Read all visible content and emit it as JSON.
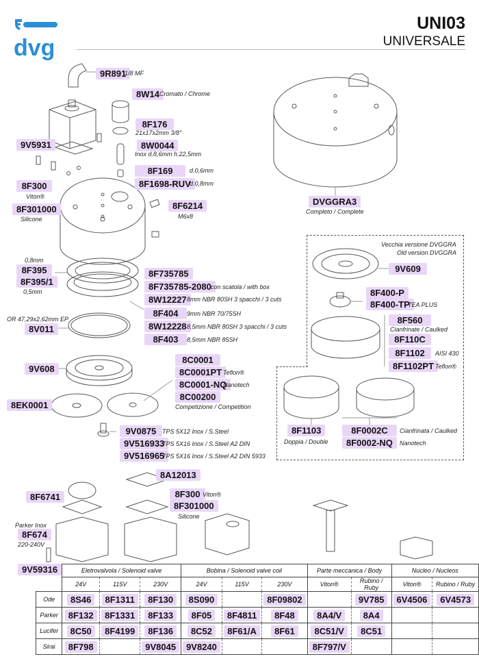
{
  "header": {
    "brand": "dvg",
    "model": "UNI03",
    "subtitle": "UNIVERSALE",
    "brand_color": "#2a8fd6"
  },
  "label_color": "#e8d6f7",
  "parts": {
    "p9R891": {
      "code": "9R891",
      "note": "1/8 MF"
    },
    "p8W14": {
      "code": "8W14",
      "note": "Cromato / Chrome"
    },
    "p8F176": {
      "code": "8F176",
      "note": "21x17x2mm 3/8\""
    },
    "p9V5931": {
      "code": "9V5931"
    },
    "p8W0044": {
      "code": "8W0044",
      "note": "Inox d.8,6mm h.22,5mm"
    },
    "p8F169": {
      "code": "8F169",
      "note": "d.0,6mm"
    },
    "p8F1698": {
      "code": "8F1698-RUV",
      "note": "d.0,8mm"
    },
    "p8F300": {
      "code": "8F300",
      "note": "Viton®"
    },
    "p8F301000": {
      "code": "8F301000",
      "note": "Silicone"
    },
    "p8F6214": {
      "code": "8F6214",
      "note": "M6x8"
    },
    "pDVGGRA3": {
      "code": "DVGGRA3",
      "note": "Completo / Complete"
    },
    "p8F395": {
      "code": "8F395",
      "note": "0,8mm"
    },
    "p8F395_1": {
      "code": "8F395/1",
      "note": "0,5mm"
    },
    "p8V011": {
      "code": "8V011",
      "note": "OR 47,29x2,62mm EP"
    },
    "p8F735785": {
      "code": "8F735785"
    },
    "p8F735785_2080": {
      "code": "8F735785-2080",
      "note": "con scatola / with box"
    },
    "p8W12227": {
      "code": "8W12227",
      "note": "8mm NBR 80SH 3 spacchi / 3 cuts"
    },
    "p8F404": {
      "code": "8F404",
      "note": "9mm NBR 70/75SH"
    },
    "p8W12228": {
      "code": "8W12228",
      "note": "8,5mm NBR 80SH 3 spacchi / 3 cuts"
    },
    "p8F403": {
      "code": "8F403",
      "note": "8,5mm NBR 85SH"
    },
    "old_version": {
      "line1": "Vecchia versione DVGGRA",
      "line2": "Old version DVGGRA"
    },
    "p9V609": {
      "code": "9V609"
    },
    "p8F400P": {
      "code": "8F400-P"
    },
    "p8F400TP": {
      "code": "8F400-TP",
      "note": "TEA PLUS"
    },
    "p8F560": {
      "code": "8F560",
      "note": "Cianfrinate / Caulked"
    },
    "p8F110C": {
      "code": "8F110C"
    },
    "p8F1102": {
      "code": "8F1102",
      "note": "AISI 430"
    },
    "p8F1102PT": {
      "code": "8F1102PT",
      "note": "Teflon®"
    },
    "p9V608": {
      "code": "9V608"
    },
    "p8EK0001": {
      "code": "8EK0001"
    },
    "p8C0001": {
      "code": "8C0001"
    },
    "p8C0001PT": {
      "code": "8C0001PT",
      "note": "Teflon®"
    },
    "p8C0001NQ": {
      "code": "8C0001-NQ",
      "note": "Nanotech"
    },
    "p8C00200": {
      "code": "8C00200",
      "note": "Competizione / Competition"
    },
    "p8F1103": {
      "code": "8F1103",
      "note": "Doppia / Double"
    },
    "p8F0002C": {
      "code": "8F0002C",
      "note": "Cianfrinata / Caulked"
    },
    "p8F0002NQ": {
      "code": "8F0002-NQ",
      "note": "Nanotech"
    },
    "p9V0875": {
      "code": "9V0875",
      "note": "TPS 5X12 Inox / S.Steel"
    },
    "p9V516933": {
      "code": "9V516933",
      "note": "TPS 5X16 Inox / S.Steel A2 DIN"
    },
    "p9V516965": {
      "code": "9V516965",
      "note": "TPS 5X16 Inox / S.Steel A2 DIN 5933"
    },
    "p8A12013": {
      "code": "8A12013"
    },
    "p8F6741": {
      "code": "8F6741"
    },
    "p8F300b": {
      "code": "8F300",
      "note": "Viton®"
    },
    "p8F301000b": {
      "code": "8F301000",
      "note": "Silicone"
    },
    "p8F674": {
      "code": "8F674",
      "note_top": "Parker Inox",
      "note": "220-240V"
    },
    "p9V59316": {
      "code": "9V59316"
    }
  },
  "table": {
    "groups": [
      "Eletrovalvola / Solenoid valve",
      "Bobina / Solenoid valve coil",
      "Parte meccanica / Body",
      "Nucleo / Nucleos"
    ],
    "subheaders": [
      "24V",
      "115V",
      "230V",
      "24V",
      "115V",
      "230V",
      "Viton®",
      "Rubino / Ruby",
      "Viton®",
      "Rubino / Ruby"
    ],
    "rows": [
      {
        "brand": "Ode",
        "cells": [
          "8S46",
          "8F1311",
          "8F130",
          "8S090",
          "",
          "8F09802",
          "",
          "9V785",
          "6V4506",
          "6V4573"
        ]
      },
      {
        "brand": "Parker",
        "cells": [
          "8F132",
          "8F1331",
          "8F133",
          "8F05",
          "8F4811",
          "8F48",
          "8A4/V",
          "8A4",
          "",
          ""
        ]
      },
      {
        "brand": "Lucifer",
        "cells": [
          "8C50",
          "8F4199",
          "8F136",
          "8C52",
          "8F61/A",
          "8F61",
          "8C51/V",
          "8C51",
          "",
          ""
        ]
      },
      {
        "brand": "Sirai",
        "cells": [
          "8F798",
          "",
          "9V8045",
          "9V8240",
          "",
          "",
          "8F797/V",
          "",
          "",
          ""
        ]
      }
    ]
  }
}
